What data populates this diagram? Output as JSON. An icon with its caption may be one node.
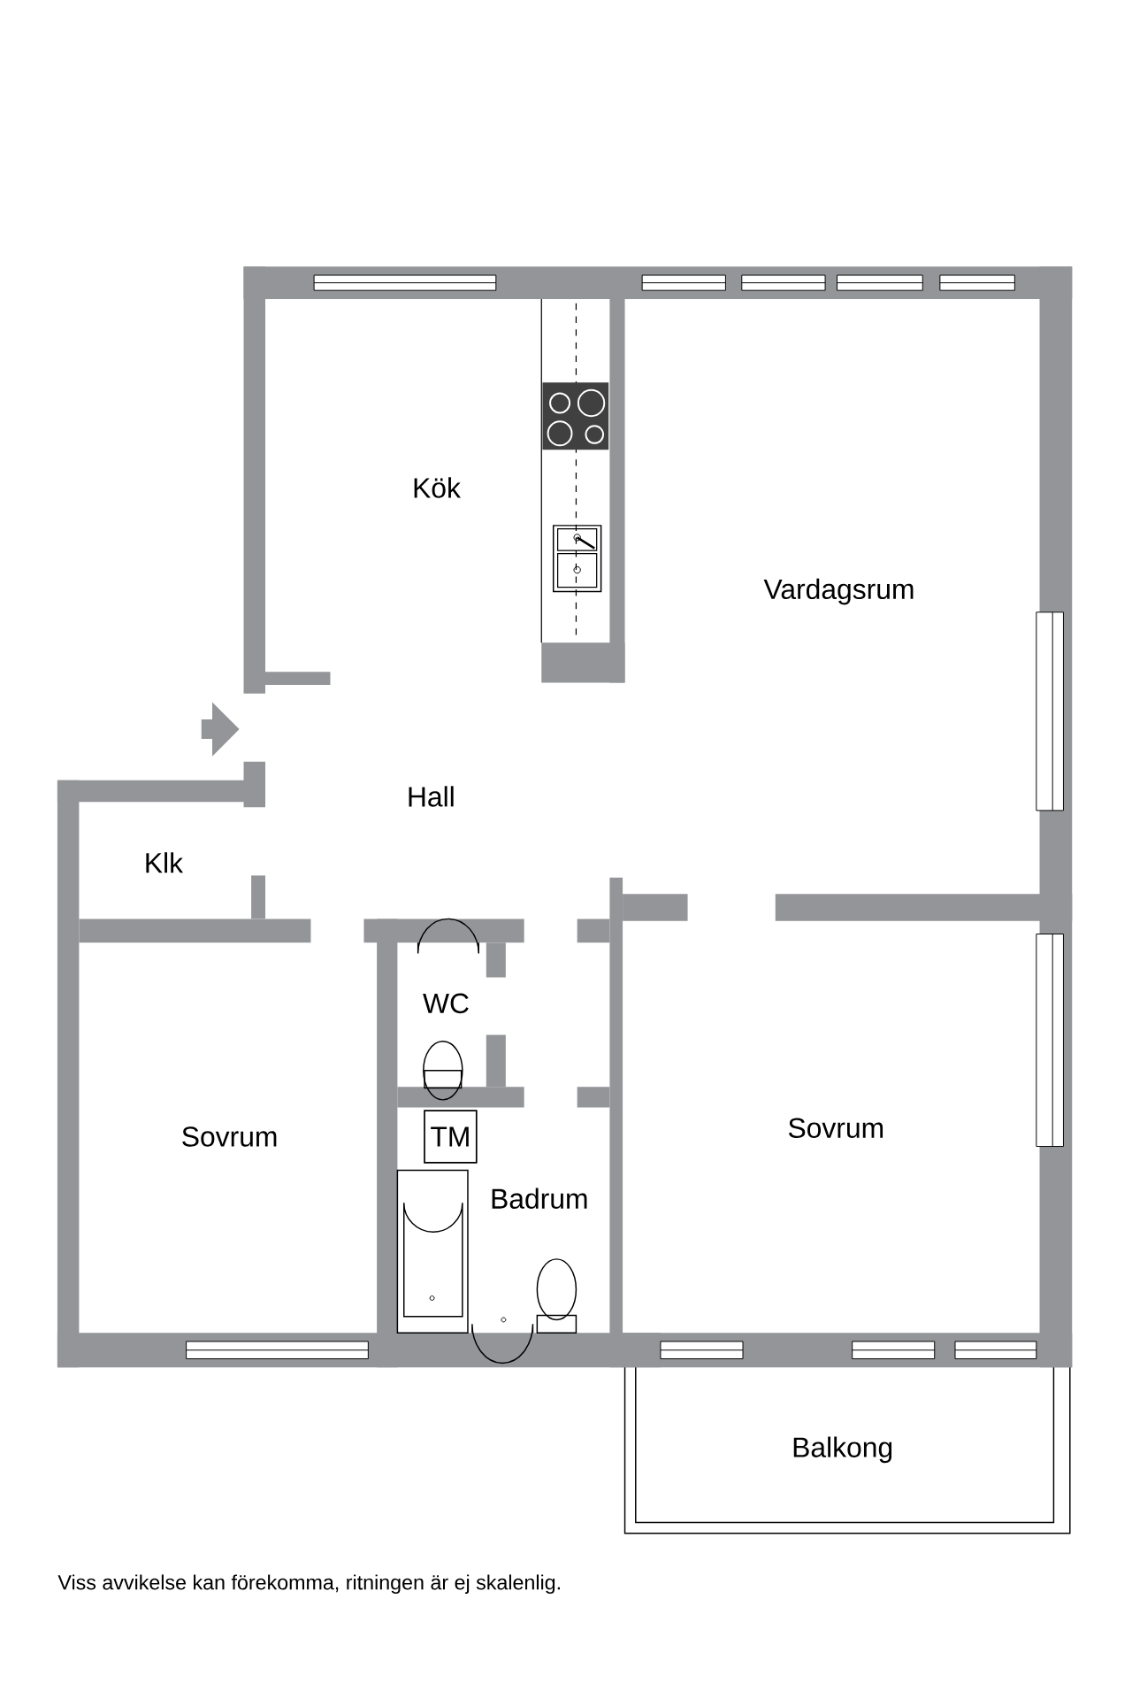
{
  "diagram": {
    "caption": "Viss avvikelse kan förekomma, ritningen är ej skalenlig.",
    "nodes": [
      {
        "text": [
          "TM"
        ]
      }
    ],
    "labels": [
      "Kök",
      "Vardagsrum",
      "Hall",
      "Klk",
      "Sovrum",
      "WC",
      "Badrum",
      "Sovrum",
      "Balkong"
    ]
  }
}
